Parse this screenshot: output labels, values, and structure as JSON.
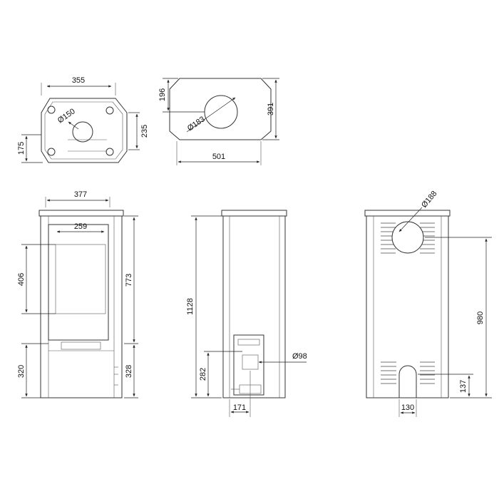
{
  "dimensions": {
    "top_width": "355",
    "top_pipe": "Ø150",
    "top_depth_right": "235",
    "top_depth_left": "175",
    "plate_offset": "196",
    "plate_pipe": "Ø183",
    "plate_height": "391",
    "plate_width": "501",
    "front_width": "377",
    "glass_width": "259",
    "glass_height": "406",
    "front_upper": "773",
    "front_base_left": "320",
    "front_base_right": "328",
    "side_height": "1128",
    "side_inlet": "Ø98",
    "side_inlet_height": "282",
    "side_inlet_offset": "171",
    "back_pipe": "Ø188",
    "back_pipe_height": "980",
    "back_inlet_height": "137",
    "back_inlet_width": "130"
  }
}
